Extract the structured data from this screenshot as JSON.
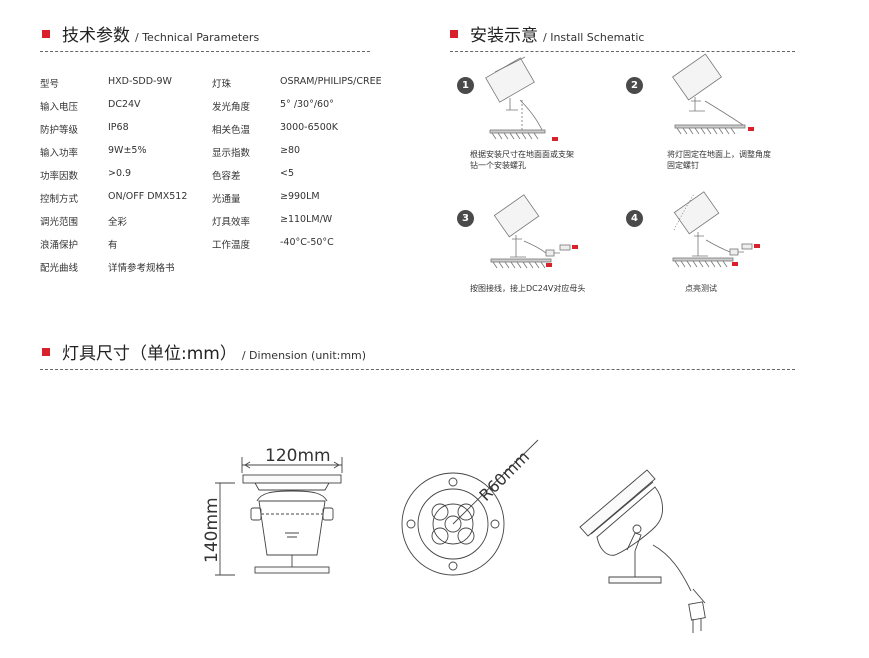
{
  "tech": {
    "title_zh": "技术参数",
    "title_en": "/ Technical Parameters"
  },
  "install": {
    "title_zh": "安装示意",
    "title_en": "/ Install Schematic",
    "steps": [
      {
        "num": "1",
        "caption_l1": "根据安装尺寸在地面面或支架",
        "caption_l2": "钻一个安装螺孔"
      },
      {
        "num": "2",
        "caption_l1": "将灯固定在地面上，调整角度",
        "caption_l2": "固定螺钉"
      },
      {
        "num": "3",
        "caption_l1": "按图接线，接上DC24V对应母头",
        "caption_l2": ""
      },
      {
        "num": "4",
        "caption_l1": "点亮测试",
        "caption_l2": ""
      }
    ]
  },
  "dimension": {
    "title_zh": "灯具尺寸（单位:mm）",
    "title_en": "/ Dimension (unit:mm)",
    "width_label": "120mm",
    "height_label": "140mm",
    "radius_label": "R60mm"
  },
  "params": [
    {
      "k1": "型号",
      "v1": "HXD-SDD-9W",
      "k2": "灯珠",
      "v2": "OSRAM/PHILIPS/CREE"
    },
    {
      "k1": "输入电压",
      "v1": "DC24V",
      "k2": "发光角度",
      "v2": "5° /30°/60°"
    },
    {
      "k1": "防护等级",
      "v1": "IP68",
      "k2": "相关色温",
      "v2": "3000-6500K"
    },
    {
      "k1": "输入功率",
      "v1": "9W±5%",
      "k2": "显示指数",
      "v2": "≥80"
    },
    {
      "k1": "功率因数",
      "v1": ">0.9",
      "k2": "色容差",
      "v2": "<5"
    },
    {
      "k1": "控制方式",
      "v1": "ON/OFF   DMX512",
      "k2": "光通量",
      "v2": "≥990LM"
    },
    {
      "k1": "调光范围",
      "v1": "全彩",
      "k2": "灯具效率",
      "v2": "≥110LM/W"
    },
    {
      "k1": "浪涌保护",
      "v1": "有",
      "k2": "工作温度",
      "v2": "-40°C-50°C"
    },
    {
      "k1": "配光曲线",
      "v1": "详情参考规格书",
      "k2": "",
      "v2": ""
    }
  ],
  "colors": {
    "accent": "#d9212c",
    "text": "#333333",
    "line": "#666666"
  }
}
